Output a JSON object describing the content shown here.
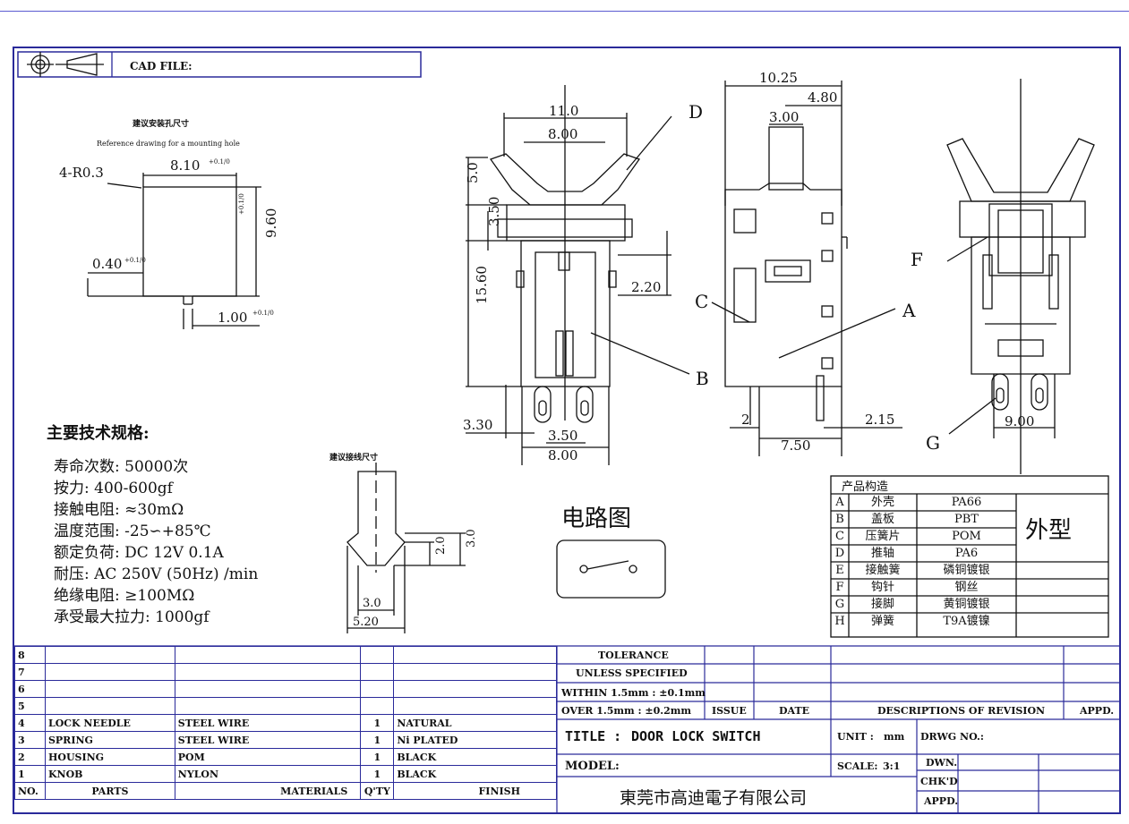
{
  "header": {
    "cad_label": "CAD FILE:"
  },
  "mount_hole": {
    "title_cn": "建议安装孔尺寸",
    "title_en": "Reference drawing for a mounting hole",
    "radius": "4-R0.3",
    "width": "8.10",
    "width_tol": "+0.1/0",
    "height": "9.60",
    "height_tol": "+0.1/0",
    "slot": "0.40",
    "slot_tol": "+0.1/0",
    "thickness": "1.00",
    "thickness_tol": "+0.1/0"
  },
  "front_view": {
    "d1": "11.0",
    "d2": "8.00",
    "d3": "5.0",
    "d4": "3.50",
    "d5": "15.60",
    "d6": "2.20",
    "d7": "3.30",
    "d8": "3.50",
    "d9": "8.00"
  },
  "side_view": {
    "d1": "10.25",
    "d2": "4.80",
    "d3": "3.00",
    "d4": "2",
    "d5": "2.15",
    "d6": "7.50"
  },
  "back_view": {
    "d1": "9.00"
  },
  "callouts": {
    "A": "A",
    "B": "B",
    "C": "C",
    "D": "D",
    "F": "F",
    "G": "G"
  },
  "specs": {
    "title": "主要技术规格:",
    "lines": [
      "寿命次数: 50000次",
      "按力: 400-600gf",
      "接触电阻: ≈30mΩ",
      "温度范围: -25∽+85℃",
      "额定负荷: DC 12V 0.1A",
      "耐压: AC 250V (50Hz) /min",
      "绝缘电阻: ≥100MΩ",
      "承受最大拉力: 1000gf"
    ]
  },
  "pin_detail": {
    "title": "建议接线尺寸",
    "h1": "2.0",
    "h2": "3.0",
    "w1": "3.0",
    "w2": "5.20"
  },
  "circuit": {
    "title": "电路图"
  },
  "construction": {
    "title": "产品构造",
    "side_label": "外型",
    "rows": [
      {
        "code": "A",
        "part": "外壳",
        "material": "PA66"
      },
      {
        "code": "B",
        "part": "盖板",
        "material": "PBT"
      },
      {
        "code": "C",
        "part": "压簧片",
        "material": "POM"
      },
      {
        "code": "D",
        "part": "推轴",
        "material": "PA6"
      },
      {
        "code": "E",
        "part": "接触簧",
        "material": "磷铜镀银"
      },
      {
        "code": "F",
        "part": "钩针",
        "material": "钢丝"
      },
      {
        "code": "G",
        "part": "接脚",
        "material": "黄铜镀银"
      },
      {
        "code": "H",
        "part": "弹簧",
        "material": "T9A镀镍"
      }
    ]
  },
  "bom": {
    "rows": [
      {
        "no": "8",
        "part": "",
        "material": "",
        "qty": "",
        "finish": ""
      },
      {
        "no": "7",
        "part": "",
        "material": "",
        "qty": "",
        "finish": ""
      },
      {
        "no": "6",
        "part": "",
        "material": "",
        "qty": "",
        "finish": ""
      },
      {
        "no": "5",
        "part": "",
        "material": "",
        "qty": "",
        "finish": ""
      },
      {
        "no": "4",
        "part": "LOCK NEEDLE",
        "material": "STEEL WIRE",
        "qty": "1",
        "finish": "NATURAL"
      },
      {
        "no": "3",
        "part": "SPRING",
        "material": "STEEL WIRE",
        "qty": "1",
        "finish": "Ni PLATED"
      },
      {
        "no": "2",
        "part": "HOUSING",
        "material": "POM",
        "qty": "1",
        "finish": "BLACK"
      },
      {
        "no": "1",
        "part": "KNOB",
        "material": "NYLON",
        "qty": "1",
        "finish": "BLACK"
      }
    ],
    "headers": {
      "no": "NO.",
      "part": "PARTS",
      "material": "MATERIALS",
      "qty": "Q'TY",
      "finish": "FINISH"
    }
  },
  "title_block": {
    "tolerance_1": "TOLERANCE",
    "tolerance_2": "UNLESS  SPECIFIED",
    "within": "WITHIN  1.5mm : ±0.1mm",
    "over": "OVER  1.5mm : ±0.2mm",
    "issue": "ISSUE",
    "date": "DATE",
    "descriptions": "DESCRIPTIONS  OF  REVISION",
    "appd": "APPD.",
    "title_label": "TITLE :",
    "title_value": "DOOR LOCK SWITCH",
    "unit_label": "UNIT :",
    "unit_value": "mm",
    "drwg_label": "DRWG  NO.:",
    "model_label": "MODEL:",
    "scale_label": "SCALE:",
    "scale_value": "3:1",
    "dwn": "DWN.",
    "chkd": "CHK'D",
    "appd2": "APPD.",
    "company": "東莞市高迪電子有限公司"
  }
}
